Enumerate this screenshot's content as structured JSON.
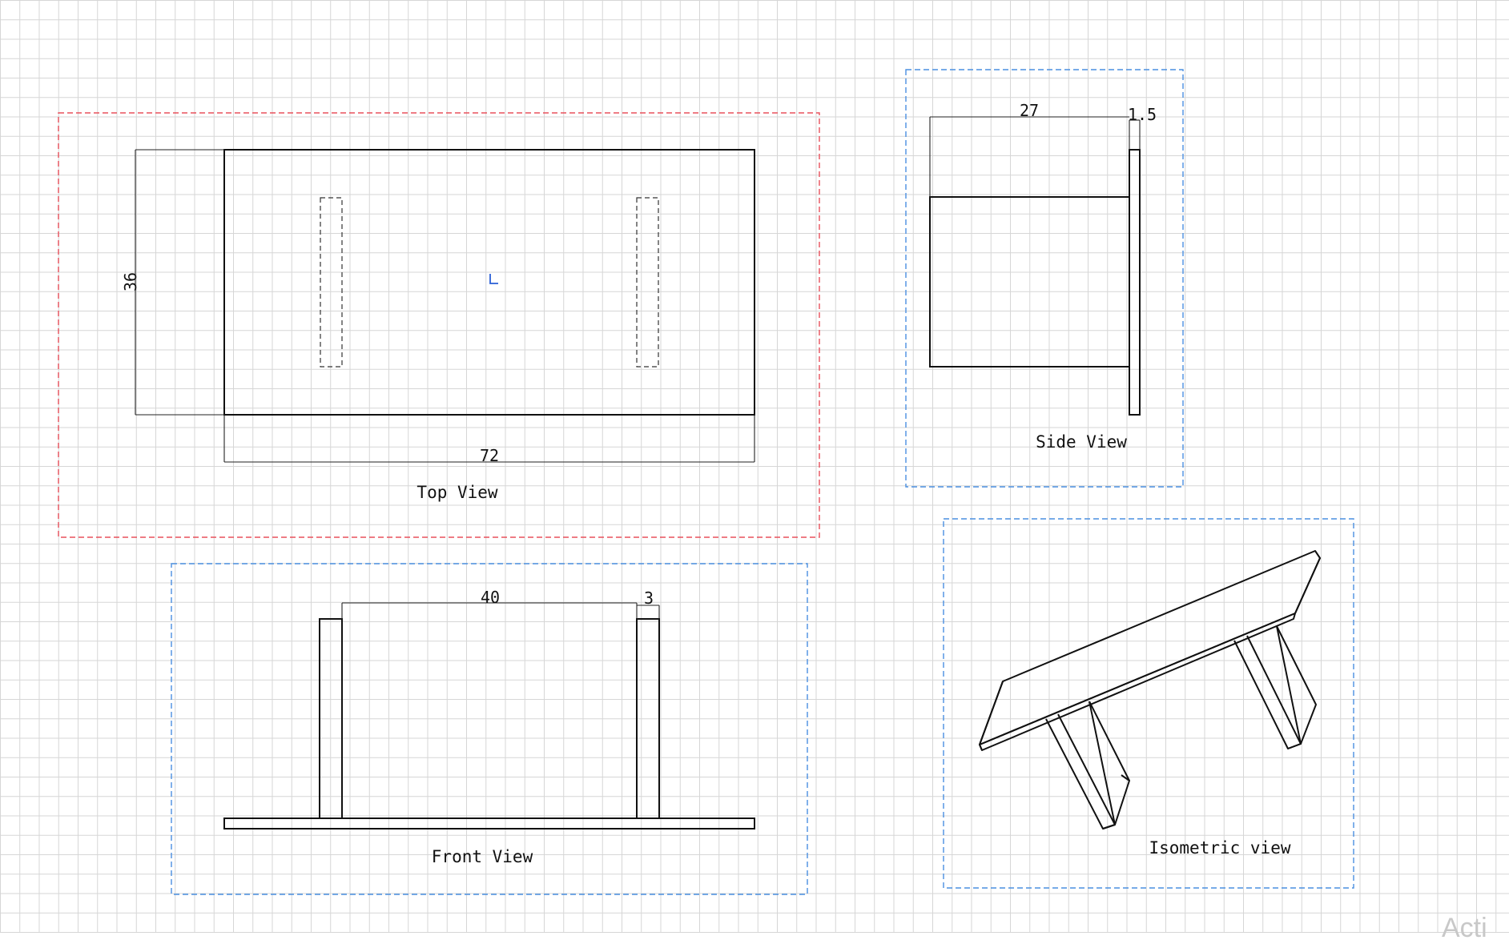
{
  "views": {
    "top": {
      "title": "Top View",
      "dim_width": "72",
      "dim_depth": "36"
    },
    "side": {
      "title": "Side View",
      "dim_depth": "27",
      "dim_thickness": "1.5"
    },
    "front": {
      "title": "Front View",
      "dim_leg_spacing": "40",
      "dim_leg_width": "3"
    },
    "isometric": {
      "title": "Isometric view"
    }
  },
  "watermark": "Acti",
  "colors": {
    "active_frame": "#e8505b",
    "view_frame": "#4a8fe0",
    "origin_marker": "#2a5fd6"
  }
}
